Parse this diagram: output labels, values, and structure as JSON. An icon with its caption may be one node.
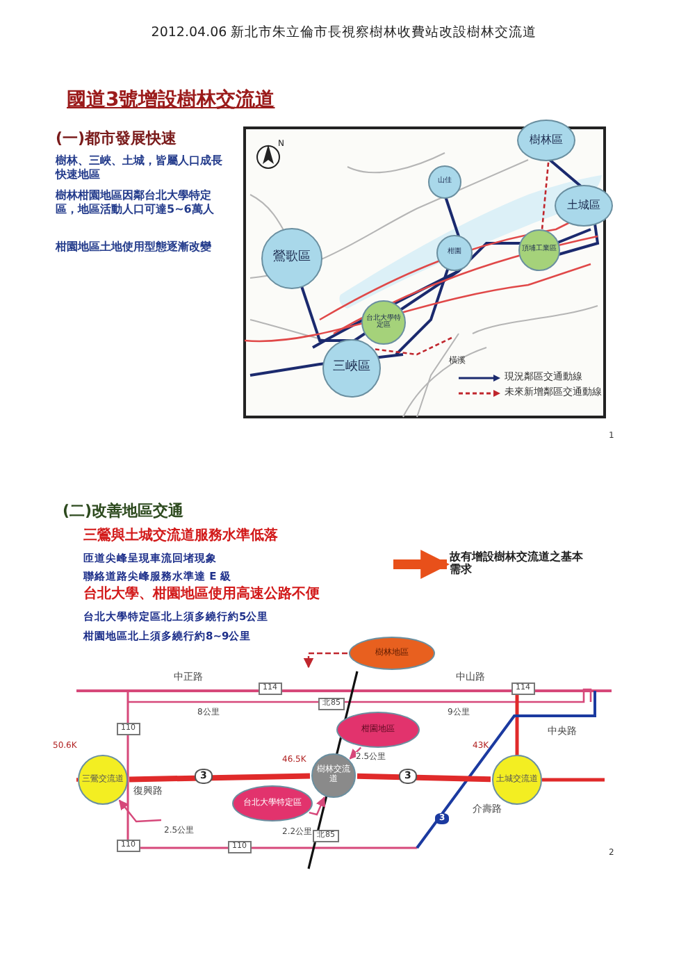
{
  "diagram": {
    "title": "2012.04.06  新北市朱立倫市長視察樹林收費站改設樹林交流道",
    "nodes": [
      {
        "text": [
          "樹林區"
        ]
      },
      {
        "text": [
          "土城區"
        ]
      },
      {
        "text": [
          "山佳"
        ]
      },
      {
        "text": [
          "柑園"
        ]
      },
      {
        "text": [
          "頂埔工業區"
        ]
      },
      {
        "text": [
          "鶯歌區"
        ]
      },
      {
        "text": [
          "台北大學特定區"
        ]
      },
      {
        "text": [
          "三峽區"
        ]
      },
      {
        "text": [
          "故有增設樹林交流道之基本需求"
        ]
      },
      {
        "text": [
          "樹林地區"
        ]
      },
      {
        "text": [
          "柑園地區"
        ]
      },
      {
        "text": [
          "三鶯交流道"
        ],
        "beside": [
          "50.6K"
        ]
      },
      {
        "text": [
          "樹林交流道"
        ],
        "beside": [
          "46.5K"
        ]
      },
      {
        "text": [
          "台北大學特定區"
        ]
      },
      {
        "text": [
          "土城交流道"
        ],
        "beside": [
          "43K"
        ]
      }
    ],
    "edges": [
      {
        "from": null,
        "to": 8,
        "arrow": "to",
        "style": "thick",
        "color": "#e8501a"
      },
      {
        "from": 9,
        "to": null,
        "arrow": "to",
        "style": "dashed",
        "color": "#c0262d"
      },
      {
        "from": 10,
        "to": 12,
        "arrow": "to",
        "label": "2.5公里"
      },
      {
        "from": 13,
        "to": 12,
        "arrow": "to",
        "label": "2.2公里"
      },
      {
        "from": null,
        "to": 11,
        "arrow": "to",
        "label": "2.5公里"
      },
      {
        "from": 11,
        "to": 12,
        "arrow": "none",
        "style": "thick",
        "color": "#e02a2a"
      },
      {
        "from": 12,
        "to": 14,
        "arrow": "none",
        "style": "thick",
        "color": "#e02a2a"
      }
    ],
    "labels": [
      "國道3號增設樹林交流道",
      "(一)都市發展快速",
      "樹林、三峽、土城，皆屬人口成長快速地區",
      "樹林柑園地區因鄰台北大學特定區，地區活動人口可達5~6萬人",
      "柑園地區土地使用型態逐漸改變",
      "N",
      "橫溪",
      "1",
      "(二)改善地區交通",
      "三鶯與土城交流道服務水準低落",
      "匝道尖峰呈現車流回堵現象",
      "聯絡道路尖峰服務水準達 E 級",
      "台北大學、柑園地區使用高速公路不便",
      "台北大學特定區北上須多繞行約5公里",
      "柑園地區北上須多繞行約8~9公里",
      "中正路",
      "114",
      "中山路",
      "114",
      "8公里",
      "北85",
      "9公里",
      "110",
      "中央路",
      "3",
      "3",
      "復興路",
      "介壽路",
      "110",
      "北85",
      "3",
      "110",
      "2"
    ],
    "legend": [
      {
        "text": "現況鄰區交通動線"
      },
      {
        "text": "未來新增鄰區交通動線"
      }
    ]
  }
}
